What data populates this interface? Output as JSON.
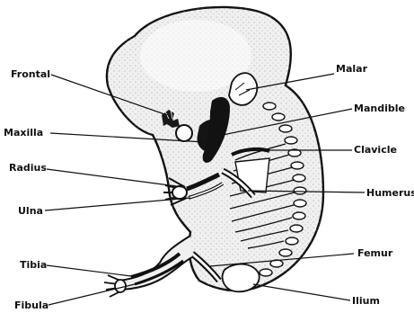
{
  "diagram": {
    "labels": {
      "frontal": "Frontal",
      "maxilla": "Maxilla",
      "radius": "Radius",
      "ulna": "Ulna",
      "tibia": "Tibia",
      "fibula": "Fibula",
      "malar": "Malar",
      "mandible": "Mandible",
      "clavicle": "Clavicle",
      "humerus": "Humerus",
      "femur": "Femur",
      "ilium": "Ilium"
    },
    "colors": {
      "ink": "#111111",
      "body_fill": "#f1f1f1",
      "stipple": "#9a9a9a",
      "bone": "#151515",
      "background": "#ffffff"
    }
  }
}
